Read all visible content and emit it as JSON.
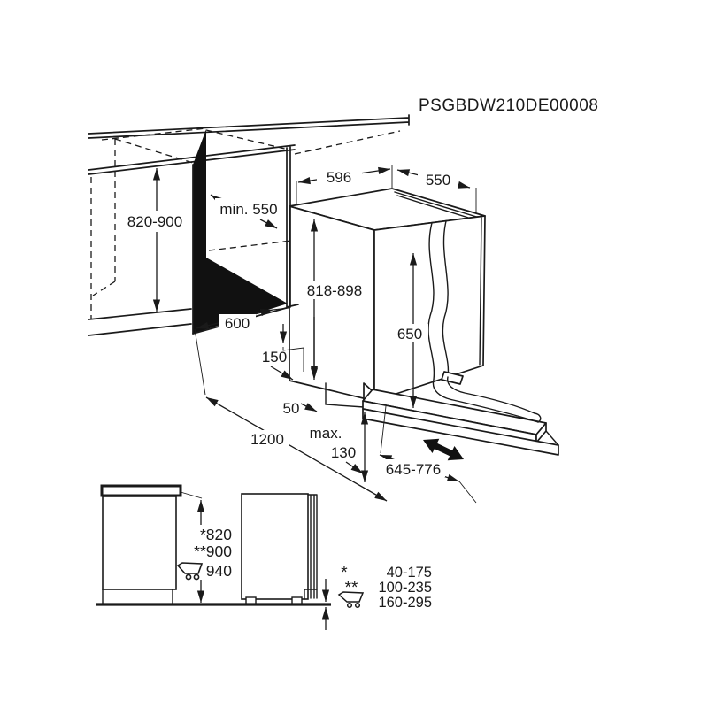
{
  "drawing_code": "PSGBDW210DE00008",
  "installation_view": {
    "niche": {
      "height": "820-900",
      "depth": "min. 550",
      "width": "600"
    },
    "appliance": {
      "width": "596",
      "furniture_door_depth": "550",
      "height": "818-898",
      "furniture_door_height": "650"
    },
    "clearances": {
      "hose_outlet_height": "150",
      "side_gap": "50",
      "front_clearance": "1200",
      "plinth_recess_line1": "max.",
      "plinth_recess_line2": "130",
      "open_door_depth": "645-776"
    }
  },
  "height_adjustment_view": {
    "worktop_heights": [
      "*820",
      "**900",
      "940"
    ]
  },
  "legend": {
    "rows": [
      {
        "symbol": "*",
        "range": "40-175"
      },
      {
        "symbol": "**",
        "range": "100-235"
      },
      {
        "symbol": "cart-icon",
        "range": "160-295"
      }
    ]
  },
  "colors": {
    "line": "#1a1a1a",
    "background": "#ffffff"
  }
}
